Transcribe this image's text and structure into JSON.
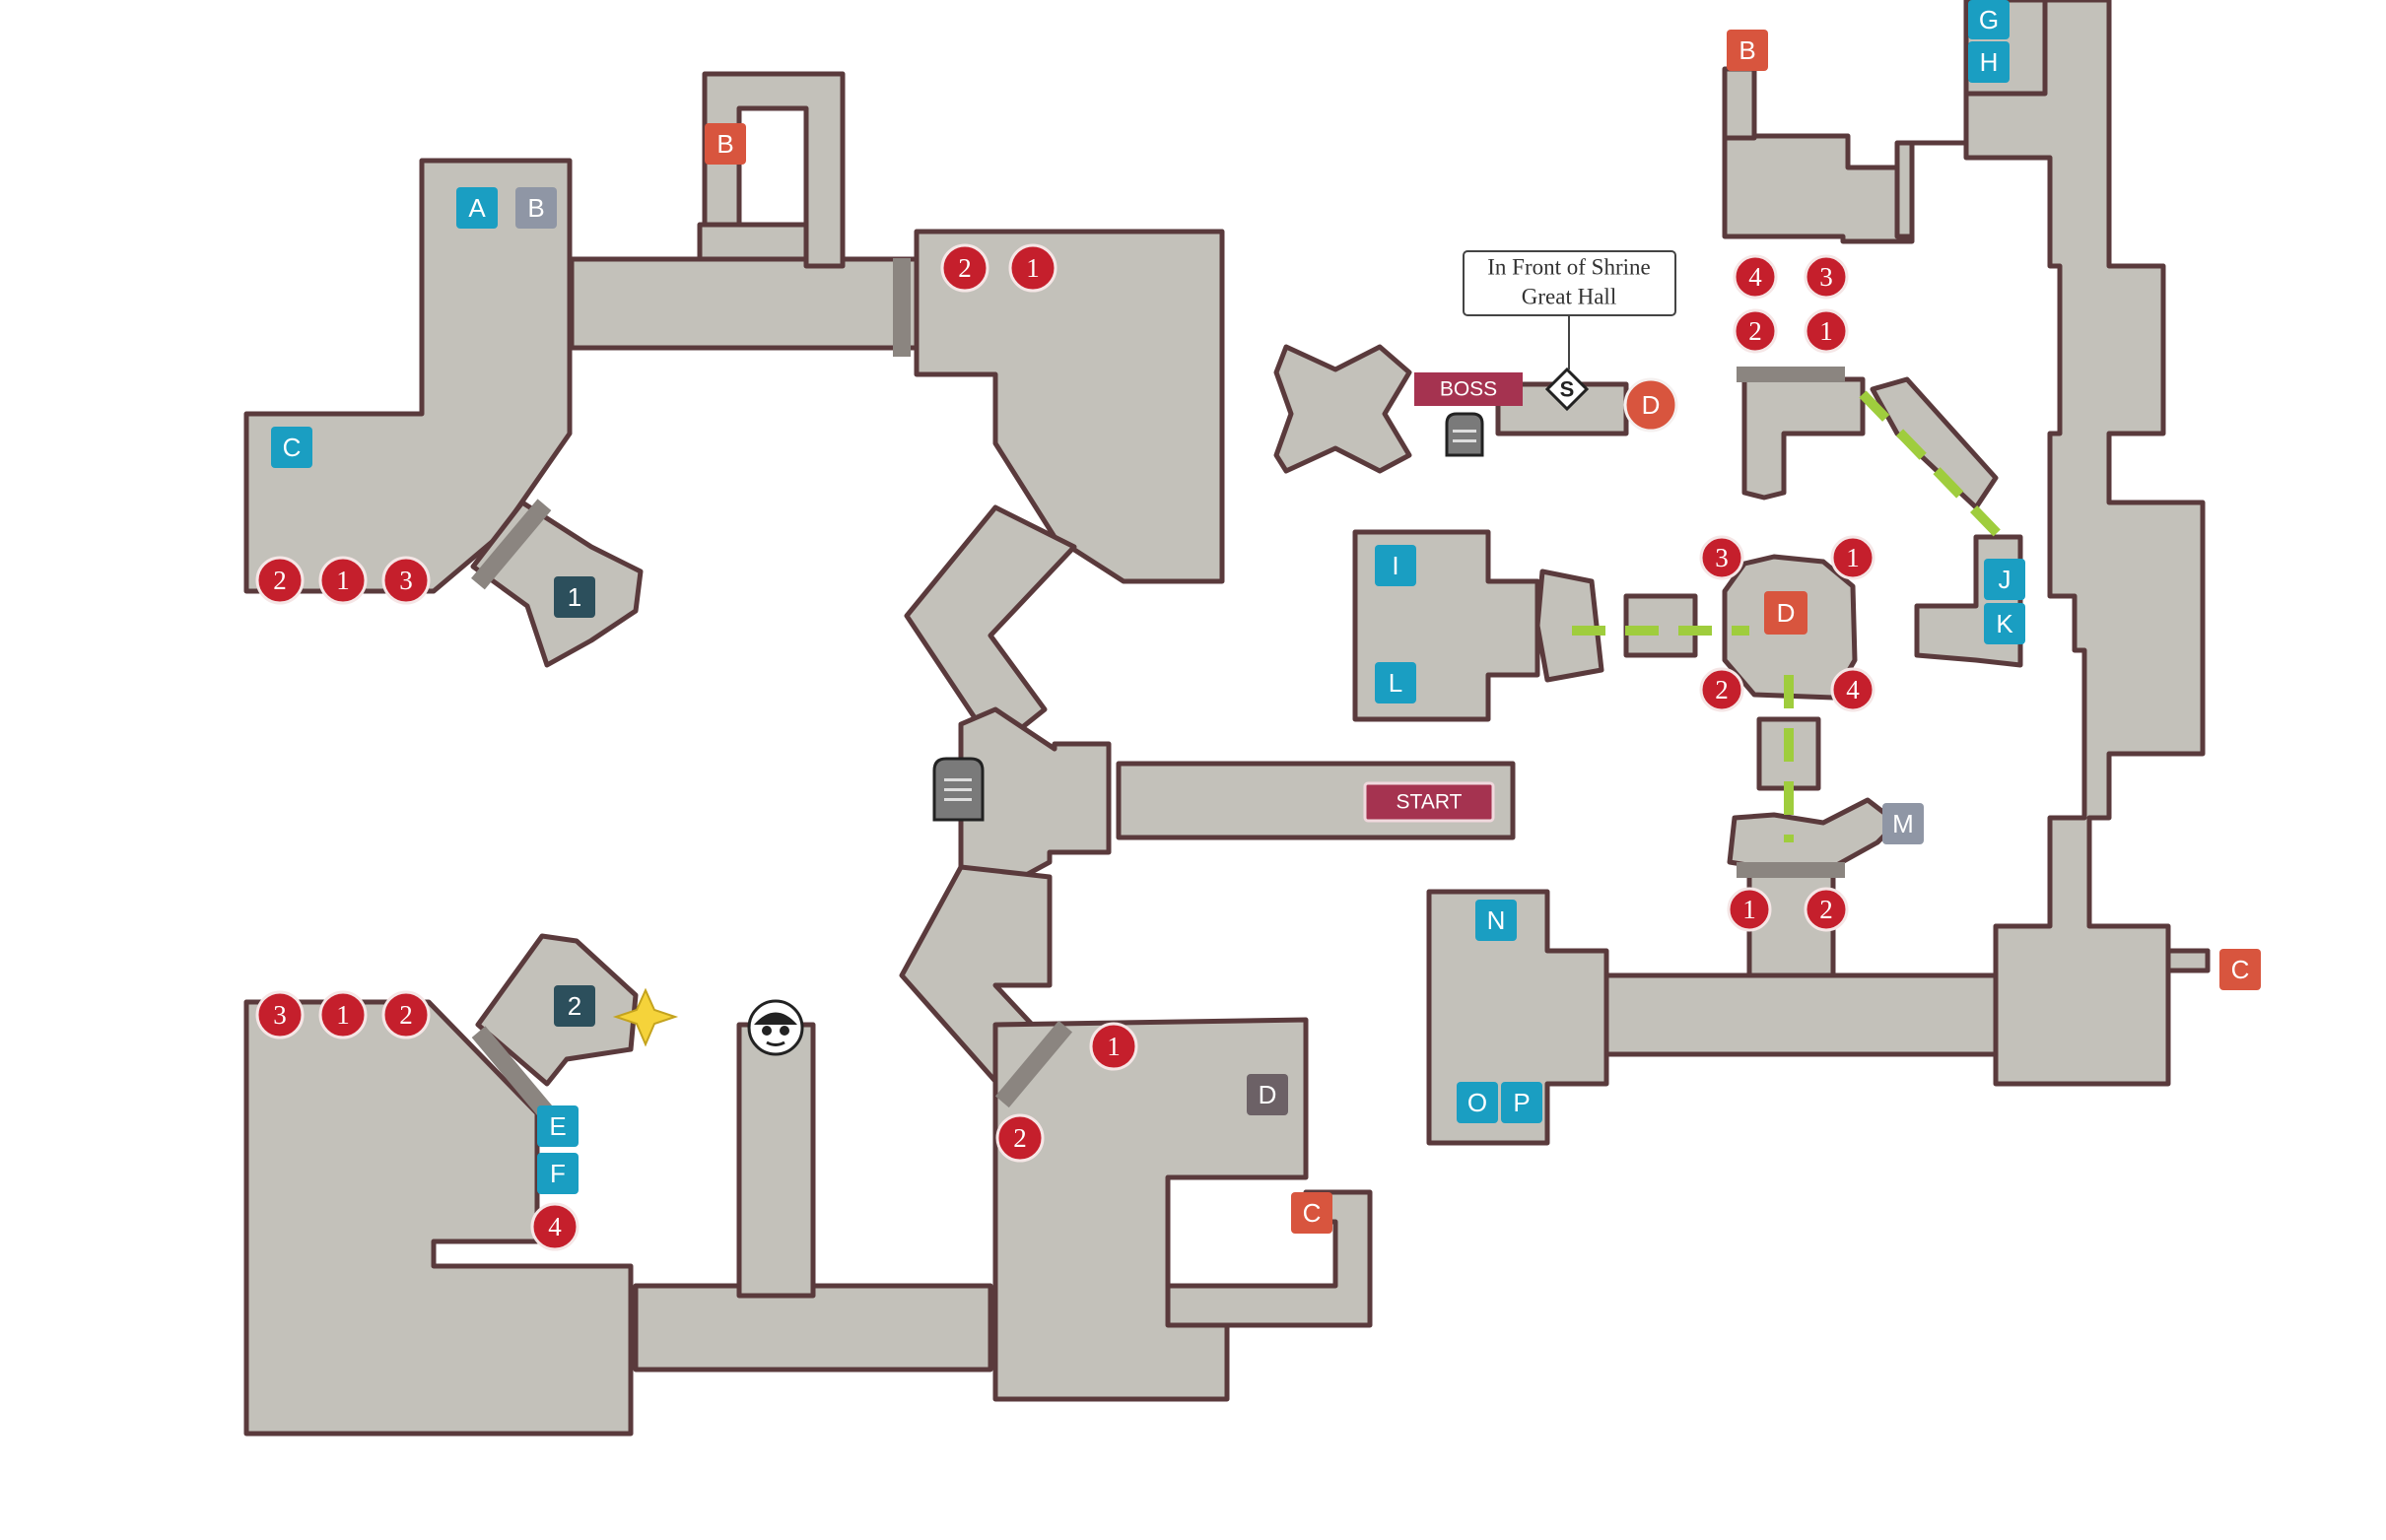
{
  "map_title": "",
  "colors": {
    "floor": "#c3c1ba",
    "wall": "#5a3a3c",
    "enemy_marker": "#c51f2c",
    "cyan_marker": "#1a9ec2",
    "gray_marker": "#8f96a5",
    "orange_marker": "#d8553e",
    "teal_marker": "#2c4f5c",
    "locked_marker": "#6c6166",
    "boss_banner": "#a53350",
    "path_dash": "#9fcd3d",
    "sparkle": "#f5d33a"
  },
  "labels": {
    "start": "START",
    "boss": "BOSS",
    "shrine_line1": "In Front of Shrine",
    "shrine_line2": "Great Hall"
  },
  "markers": {
    "w_a": "A",
    "w_b": "B",
    "w_b_top": "B",
    "w_c": "C",
    "w_1": "1",
    "w_2": "2",
    "w_e": "E",
    "w_f": "F",
    "c_d": "D",
    "c_c": "C",
    "e_g": "G",
    "e_h": "H",
    "e_b": "B",
    "e_i": "I",
    "e_l": "L",
    "e_j": "J",
    "e_k": "K",
    "e_m": "M",
    "e_n": "N",
    "e_o": "O",
    "e_p": "P",
    "e_c": "C",
    "e_d": "D",
    "e_d2": "D"
  },
  "enemy_groups": {
    "nw_row": [
      "2",
      "1",
      "3"
    ],
    "center_top": [
      "2",
      "1"
    ],
    "sw_row": [
      "3",
      "1",
      "2"
    ],
    "sw_side": "4",
    "south_a": "1",
    "south_b": "2",
    "ne_top": [
      "4",
      "3",
      "2",
      "1"
    ],
    "hub": [
      "3",
      "1",
      "2",
      "4"
    ],
    "hub_south": [
      "1",
      "2"
    ]
  },
  "icons": [
    "tombstone-icon",
    "shrine-icon",
    "npc-face-icon",
    "sparkle-icon"
  ]
}
